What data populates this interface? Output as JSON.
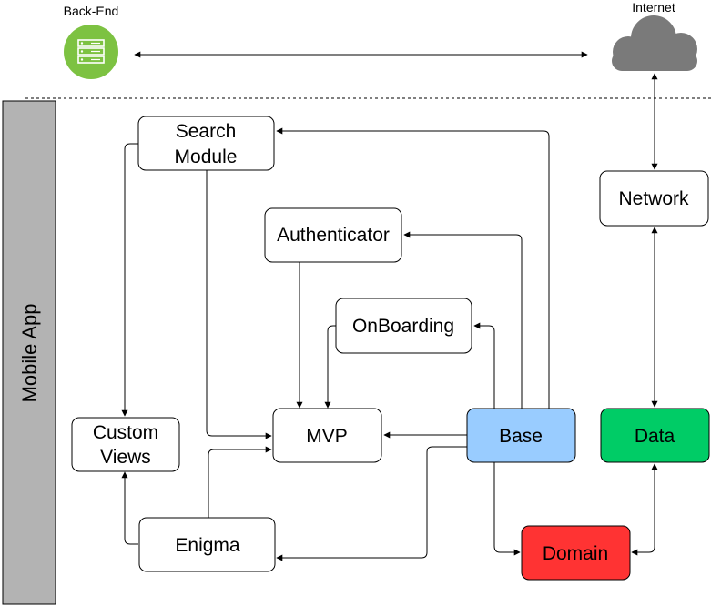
{
  "diagram": {
    "backend": {
      "label": "Back-End",
      "icon": "server-icon",
      "color": "#7dc242"
    },
    "internet": {
      "label": "Internet",
      "icon": "cloud-icon",
      "color": "#7a7a7a"
    },
    "sidebar": {
      "label": "Mobile App",
      "color": "#b3b3b3"
    },
    "nodes": {
      "search_module": {
        "line1": "Search",
        "line2": "Module"
      },
      "authenticator": {
        "label": "Authenticator"
      },
      "onboarding": {
        "label": "OnBoarding"
      },
      "custom_views": {
        "line1": "Custom",
        "line2": "Views"
      },
      "mvp": {
        "label": "MVP"
      },
      "base": {
        "label": "Base",
        "color": "#99ccff"
      },
      "data": {
        "label": "Data",
        "color": "#00cc66"
      },
      "network": {
        "label": "Network"
      },
      "enigma": {
        "label": "Enigma"
      },
      "domain": {
        "label": "Domain",
        "color": "#ff3333"
      }
    },
    "edges": [
      {
        "from": "Base",
        "to": "Search Module"
      },
      {
        "from": "Base",
        "to": "Authenticator"
      },
      {
        "from": "Base",
        "to": "OnBoarding"
      },
      {
        "from": "Base",
        "to": "MVP"
      },
      {
        "from": "Base",
        "to": "Enigma"
      },
      {
        "from": "Base",
        "to": "Domain"
      },
      {
        "from": "Search Module",
        "to": "Custom Views"
      },
      {
        "from": "Search Module",
        "to": "MVP"
      },
      {
        "from": "Authenticator",
        "to": "MVP"
      },
      {
        "from": "OnBoarding",
        "to": "MVP"
      },
      {
        "from": "Enigma",
        "to": "MVP"
      },
      {
        "from": "Enigma",
        "to": "Custom Views"
      },
      {
        "from": "Data",
        "to": "Domain",
        "bidirectional": true
      },
      {
        "from": "Network",
        "to": "Data",
        "bidirectional": true
      },
      {
        "from": "Network",
        "to": "Internet",
        "bidirectional": true
      },
      {
        "from": "Back-End",
        "to": "Internet",
        "bidirectional": true
      }
    ]
  }
}
